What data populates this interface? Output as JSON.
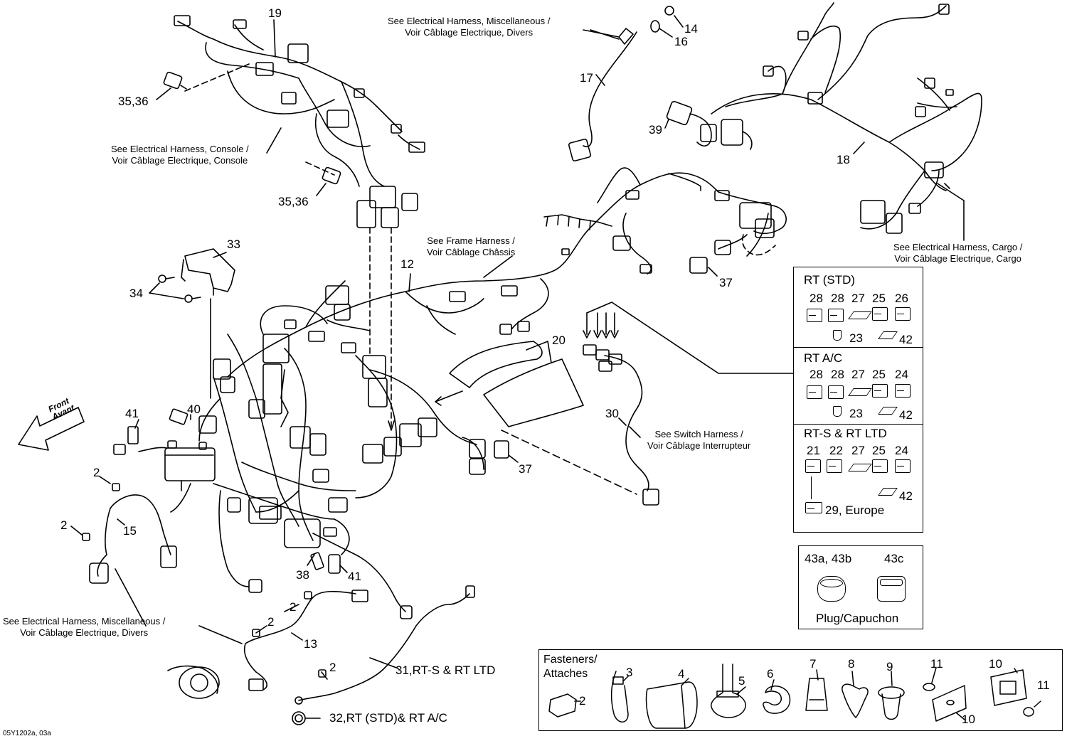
{
  "part_labels": {
    "p19": "19",
    "p14": "14",
    "p16": "16",
    "p17": "17",
    "p18": "18",
    "p39": "39",
    "p35a": "35,36",
    "p35b": "35,36",
    "p33": "33",
    "p34": "34",
    "p12": "12",
    "p37a": "37",
    "p37b": "37",
    "p20": "20",
    "p30": "30",
    "p41a": "41",
    "p41b": "41",
    "p40": "40",
    "p2a": "2",
    "p2b": "2",
    "p2c": "2",
    "p2d": "2",
    "p2e": "2",
    "p15": "15",
    "p38": "38",
    "p13": "13",
    "p31": "31,RT-S & RT LTD",
    "p32": "32,RT (STD)& RT A/C"
  },
  "notes": {
    "misc_top": [
      "See Electrical Harness, Miscellaneous /",
      "Voir Câblage Electrique, Divers"
    ],
    "console": [
      "See Electrical Harness, Console /",
      "Voir Câblage Electrique, Console"
    ],
    "frame": [
      "See Frame Harness /",
      "Voir Câblage Châssis"
    ],
    "cargo": [
      "See Electrical Harness, Cargo /",
      "Voir Câblage Electrique, Cargo"
    ],
    "switch": [
      "See Switch Harness /",
      "Voir Câblage Interrupteur"
    ],
    "misc_bottom": [
      "See Electrical Harness, Miscellaneous /",
      "Voir Câblage Electrique, Divers"
    ]
  },
  "front_arrow": [
    "Front",
    "Avant"
  ],
  "variants_box": {
    "rt_std": {
      "title": "RT (STD)",
      "numbers": [
        "28",
        "28",
        "27",
        "25",
        "26"
      ],
      "sub": [
        "23",
        "42"
      ]
    },
    "rt_ac": {
      "title": "RT A/C",
      "numbers": [
        "28",
        "28",
        "27",
        "25",
        "24"
      ],
      "sub": [
        "23",
        "42"
      ]
    },
    "rt_s": {
      "title": "RT-S & RT LTD",
      "numbers": [
        "21",
        "22",
        "27",
        "25",
        "24"
      ],
      "sub": [
        "42",
        "29, Europe"
      ]
    }
  },
  "plug_box": {
    "labels": [
      "43a, 43b",
      "43c"
    ],
    "caption": "Plug/Capuchon"
  },
  "fasteners_box": {
    "title": [
      "Fasteners/",
      "Attaches"
    ],
    "numbers": [
      "2",
      "3",
      "4",
      "5",
      "6",
      "7",
      "8",
      "9",
      "11",
      "10",
      "10",
      "11"
    ]
  },
  "drawing_code": "05Y1202a, 03a"
}
